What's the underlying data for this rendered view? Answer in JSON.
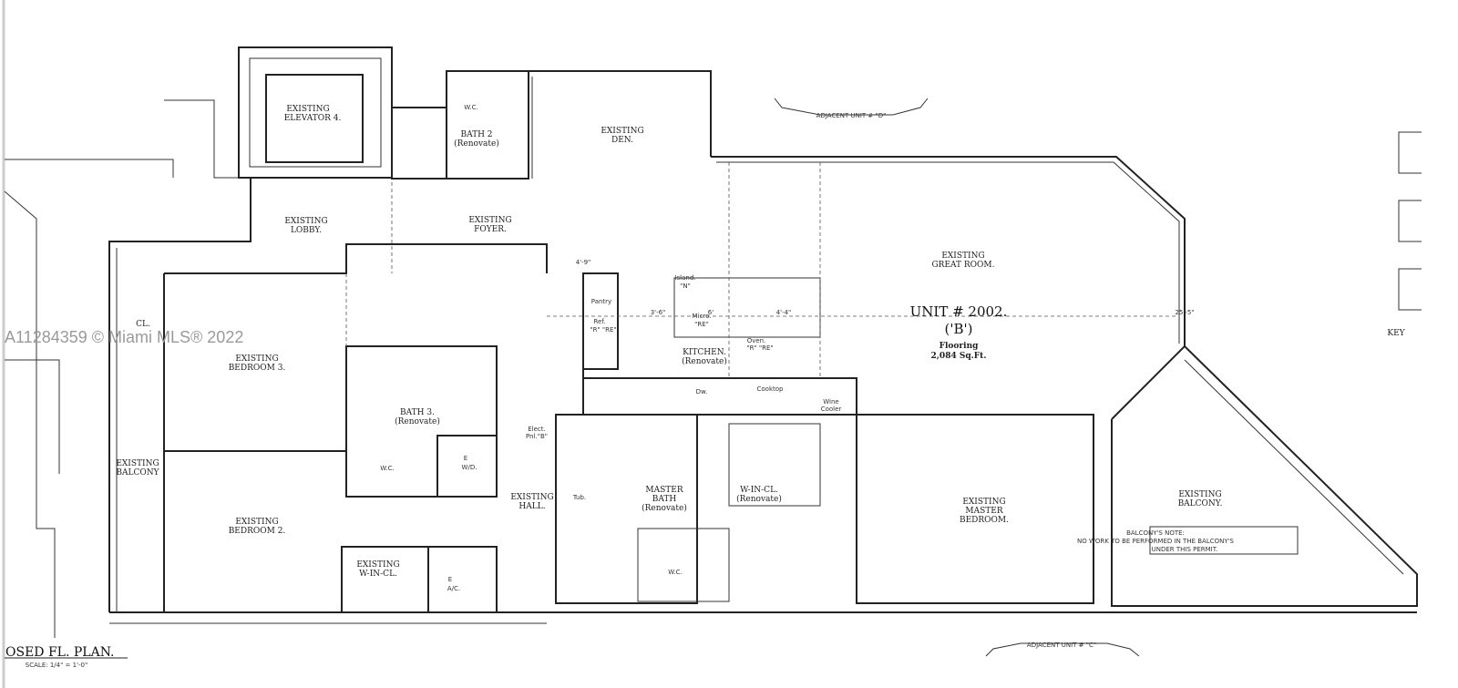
{
  "watermark": "A11284359 © Miami MLS® 2022",
  "unit": {
    "number": "UNIT # 2002.",
    "type": "('B')",
    "flooring_label": "Flooring",
    "area": "2,084 Sq.Ft."
  },
  "rooms": {
    "elevator": [
      "EXISTING",
      "ELEVATOR 4."
    ],
    "den": [
      "EXISTING",
      "DEN."
    ],
    "lobby": [
      "EXISTING",
      "LOBBY."
    ],
    "foyer": [
      "EXISTING",
      "FOYER."
    ],
    "great_room": [
      "EXISTING",
      "GREAT ROOM."
    ],
    "bath2": [
      "BATH 2",
      "(Renovate)"
    ],
    "bedroom3": [
      "EXISTING",
      "BEDROOM 3."
    ],
    "bath3": [
      "BATH 3.",
      "(Renovate)"
    ],
    "kitchen": [
      "KITCHEN.",
      "(Renovate)"
    ],
    "balcony_left": [
      "EXISTING",
      "BALCONY"
    ],
    "bedroom2": [
      "EXISTING",
      "BEDROOM 2."
    ],
    "hall": [
      "EXISTING",
      "HALL."
    ],
    "master_bath": [
      "MASTER",
      "BATH",
      "(Renovate)"
    ],
    "walk_in_master": [
      "W-IN-CL.",
      "(Renovate)"
    ],
    "master_bedroom": [
      "EXISTING",
      "MASTER",
      "BEDROOM."
    ],
    "balcony_right": [
      "EXISTING",
      "BALCONY."
    ],
    "walk_in": [
      "EXISTING",
      "W-IN-CL."
    ],
    "closet": "CL.",
    "ac": [
      "E",
      "A/C."
    ],
    "wd": [
      "E",
      "W/D."
    ]
  },
  "fixtures": {
    "island": [
      "Island.",
      "\"N\""
    ],
    "pantry": "Pantry",
    "ref": [
      "Ref.",
      "\"R\" \"RE\""
    ],
    "micro": [
      "Micro.",
      "\"RE\""
    ],
    "oven": [
      "Oven.",
      "\"R\" \"RE\""
    ],
    "cooktop": "Cooktop",
    "wine": [
      "Wine",
      "Cooler"
    ],
    "dw": "Dw.",
    "wc": "W.C.",
    "tub": "Tub.",
    "elect": [
      "Elect.",
      "Pnl.\"B\""
    ]
  },
  "dimensions": {
    "great_room_width": "25'-5\"",
    "island_len": "6'",
    "island_ext": "4'-4\"",
    "pantry_w": "4'-9\"",
    "gap": "3'-6\""
  },
  "adjacent": {
    "top": "ADJACENT UNIT # \"D\"",
    "bottom": "ADJACENT UNIT # \"C\""
  },
  "balcony_note": {
    "title": "BALCONY'S NOTE:",
    "line1": "NO WORK TO BE PERFORMED IN THE BALCONY'S",
    "line2": "UNDER THIS PERMIT."
  },
  "plan_title": "OSED FL. PLAN.",
  "scale": "SCALE: 1/4\" = 1'-0\"",
  "key_label": "KEY"
}
